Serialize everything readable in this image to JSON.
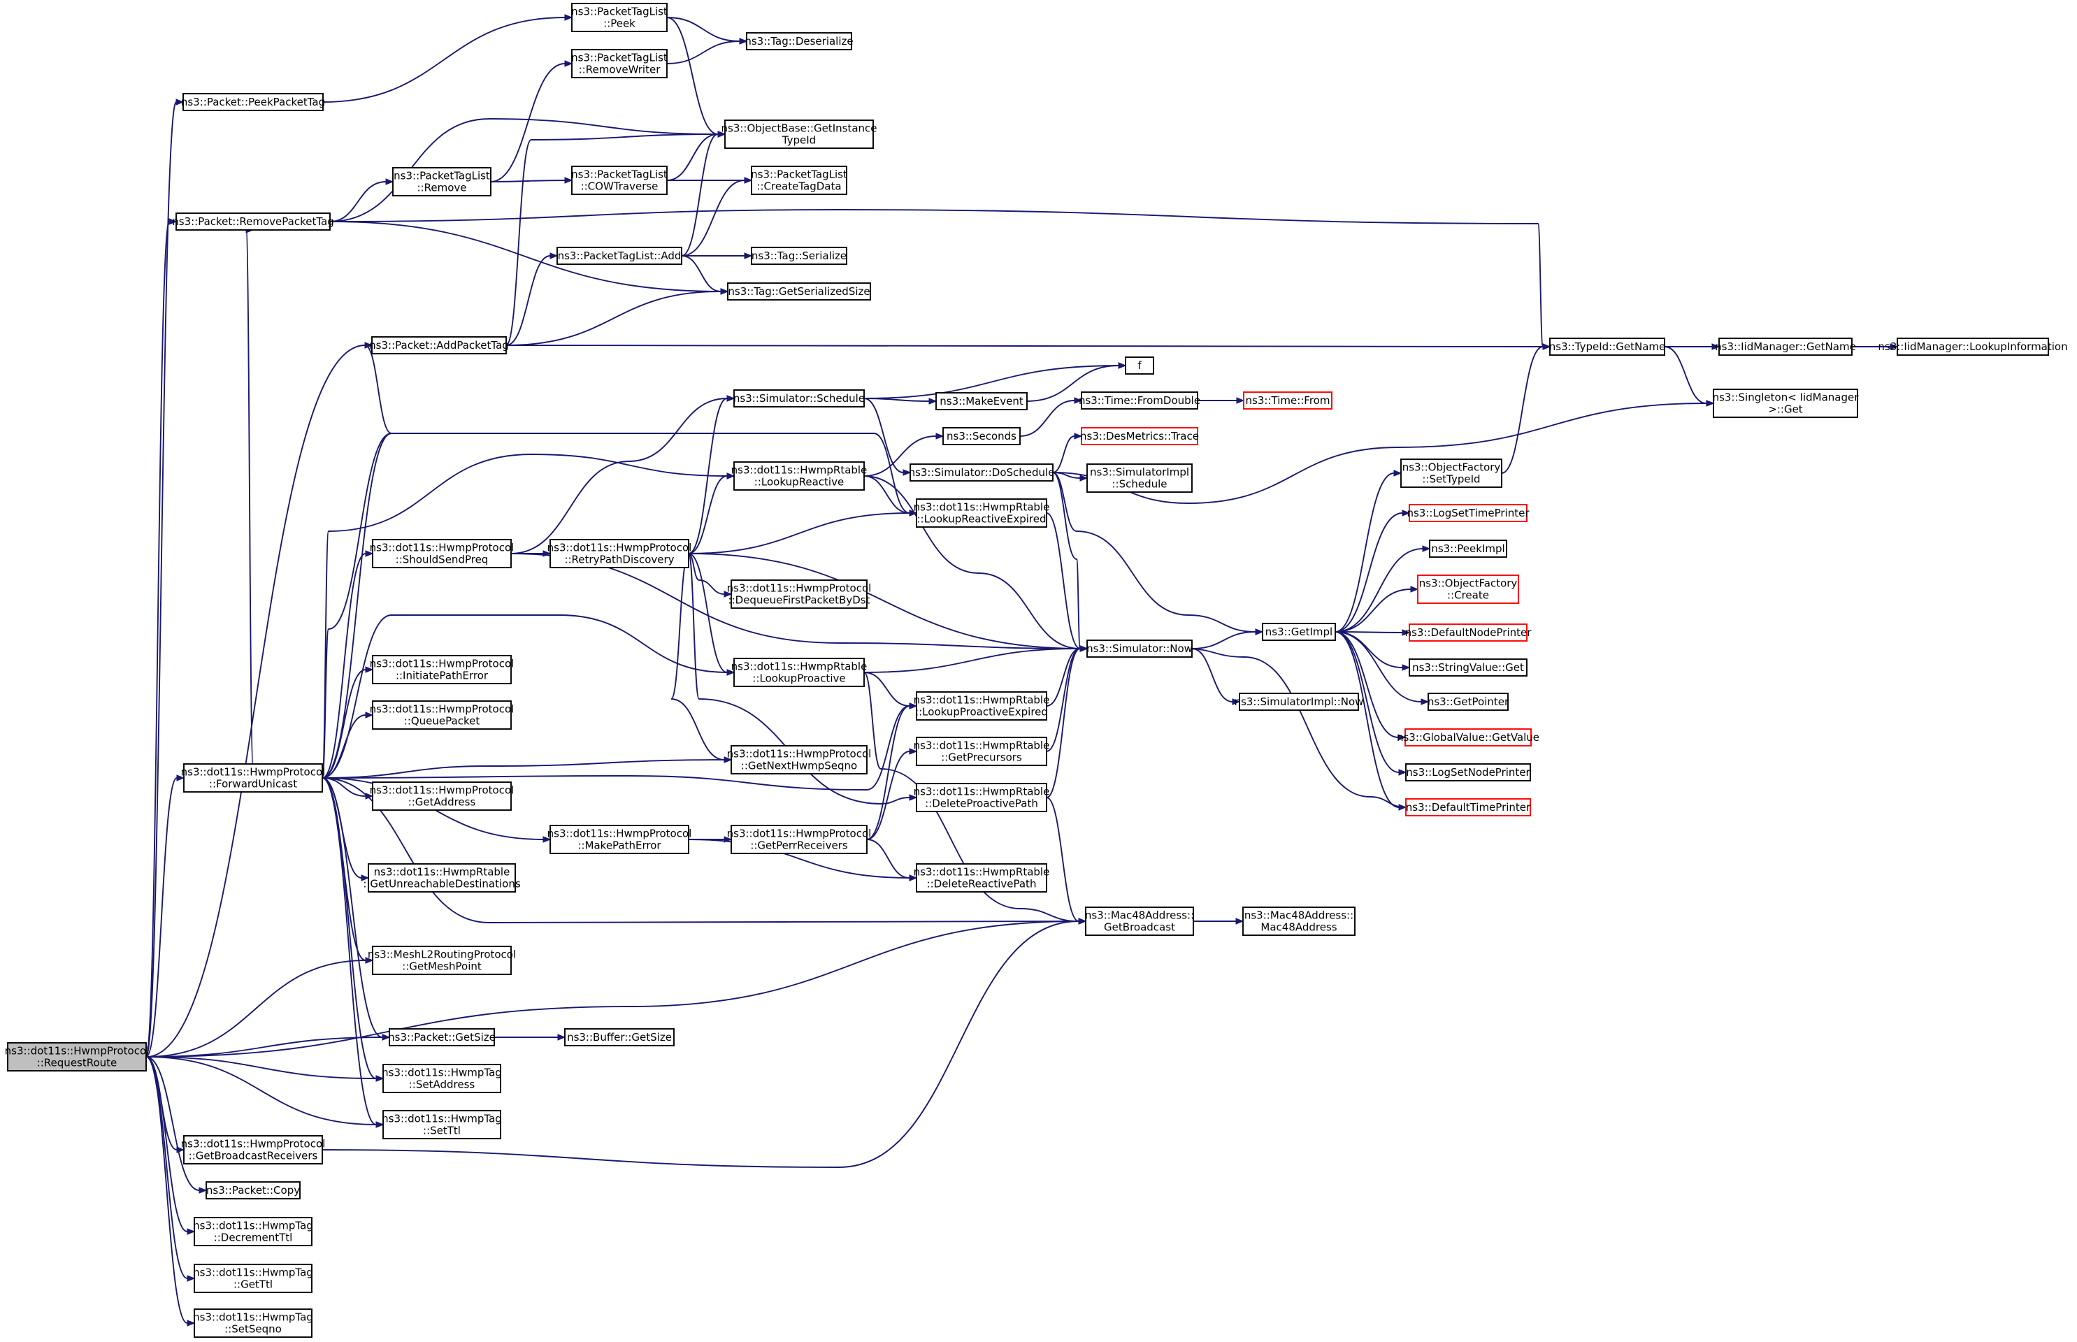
{
  "graph": {
    "title": "",
    "colors": {
      "edge": "#191970",
      "node_border": "#000000",
      "node_fill": "#ffffff",
      "root_fill": "#bfbfbf",
      "truncated_border": "#ff0000"
    },
    "nodes": [
      {
        "id": "root",
        "lines": [
          "ns3::dot11s::HwmpProtocol",
          "::RequestRoute"
        ],
        "style": "root"
      },
      {
        "id": "peekPacketTag",
        "lines": [
          "ns3::Packet::PeekPacketTag"
        ],
        "style": "normal"
      },
      {
        "id": "removePacketTag",
        "lines": [
          "ns3::Packet::RemovePacketTag"
        ],
        "style": "normal"
      },
      {
        "id": "addPacketTag",
        "lines": [
          "ns3::Packet::AddPacketTag"
        ],
        "style": "normal"
      },
      {
        "id": "forwardUnicast",
        "lines": [
          "ns3::dot11s::HwmpProtocol",
          "::ForwardUnicast"
        ],
        "style": "normal"
      },
      {
        "id": "getBroadcastReceivers",
        "lines": [
          "ns3::dot11s::HwmpProtocol",
          "::GetBroadcastReceivers"
        ],
        "style": "normal"
      },
      {
        "id": "packetCopy",
        "lines": [
          "ns3::Packet::Copy"
        ],
        "style": "normal"
      },
      {
        "id": "decrementTtl",
        "lines": [
          "ns3::dot11s::HwmpTag",
          "::DecrementTtl"
        ],
        "style": "normal"
      },
      {
        "id": "getTtl",
        "lines": [
          "ns3::dot11s::HwmpTag",
          "::GetTtl"
        ],
        "style": "normal"
      },
      {
        "id": "setSeqno",
        "lines": [
          "ns3::dot11s::HwmpTag",
          "::SetSeqno"
        ],
        "style": "normal"
      },
      {
        "id": "ptlRemove",
        "lines": [
          "ns3::PacketTagList",
          "::Remove"
        ],
        "style": "normal"
      },
      {
        "id": "shouldSendPreq",
        "lines": [
          "ns3::dot11s::HwmpProtocol",
          "::ShouldSendPreq"
        ],
        "style": "normal"
      },
      {
        "id": "initiatePathError",
        "lines": [
          "ns3::dot11s::HwmpProtocol",
          "::InitiatePathError"
        ],
        "style": "normal"
      },
      {
        "id": "queuePacket",
        "lines": [
          "ns3::dot11s::HwmpProtocol",
          "::QueuePacket"
        ],
        "style": "normal"
      },
      {
        "id": "getAddress",
        "lines": [
          "ns3::dot11s::HwmpProtocol",
          "::GetAddress"
        ],
        "style": "normal"
      },
      {
        "id": "getUnreachable",
        "lines": [
          "ns3::dot11s::HwmpRtable",
          "::GetUnreachableDestinations"
        ],
        "style": "normal"
      },
      {
        "id": "getMeshPoint",
        "lines": [
          "ns3::MeshL2RoutingProtocol",
          "::GetMeshPoint"
        ],
        "style": "normal"
      },
      {
        "id": "packetGetSize",
        "lines": [
          "ns3::Packet::GetSize"
        ],
        "style": "normal"
      },
      {
        "id": "setAddress",
        "lines": [
          "ns3::dot11s::HwmpTag",
          "::SetAddress"
        ],
        "style": "normal"
      },
      {
        "id": "setTtl",
        "lines": [
          "ns3::dot11s::HwmpTag",
          "::SetTtl"
        ],
        "style": "normal"
      },
      {
        "id": "ptlPeek",
        "lines": [
          "ns3::PacketTagList",
          "::Peek"
        ],
        "style": "normal"
      },
      {
        "id": "ptlRemoveWriter",
        "lines": [
          "ns3::PacketTagList",
          "::RemoveWriter"
        ],
        "style": "normal"
      },
      {
        "id": "ptlCowTraverse",
        "lines": [
          "ns3::PacketTagList",
          "::COWTraverse"
        ],
        "style": "normal"
      },
      {
        "id": "ptlAdd",
        "lines": [
          "ns3::PacketTagList::Add"
        ],
        "style": "normal"
      },
      {
        "id": "retryPathDiscovery",
        "lines": [
          "ns3::dot11s::HwmpProtocol",
          "::RetryPathDiscovery"
        ],
        "style": "normal"
      },
      {
        "id": "makePathError",
        "lines": [
          "ns3::dot11s::HwmpProtocol",
          "::MakePathError"
        ],
        "style": "normal"
      },
      {
        "id": "bufferGetSize",
        "lines": [
          "ns3::Buffer::GetSize"
        ],
        "style": "normal"
      },
      {
        "id": "tagDeserialize",
        "lines": [
          "ns3::Tag::Deserialize"
        ],
        "style": "normal"
      },
      {
        "id": "getInstanceTypeId",
        "lines": [
          "ns3::ObjectBase::GetInstance",
          "TypeId"
        ],
        "style": "normal"
      },
      {
        "id": "ptlCreateTagData",
        "lines": [
          "ns3::PacketTagList",
          "::CreateTagData"
        ],
        "style": "normal"
      },
      {
        "id": "tagSerialize",
        "lines": [
          "ns3::Tag::Serialize"
        ],
        "style": "normal"
      },
      {
        "id": "tagGetSerializedSize",
        "lines": [
          "ns3::Tag::GetSerializedSize"
        ],
        "style": "normal"
      },
      {
        "id": "simSchedule",
        "lines": [
          "ns3::Simulator::Schedule"
        ],
        "style": "normal"
      },
      {
        "id": "lookupReactive",
        "lines": [
          "ns3::dot11s::HwmpRtable",
          "::LookupReactive"
        ],
        "style": "normal"
      },
      {
        "id": "dequeueFirst",
        "lines": [
          "ns3::dot11s::HwmpProtocol",
          "::DequeueFirstPacketByDst"
        ],
        "style": "normal"
      },
      {
        "id": "lookupProactive",
        "lines": [
          "ns3::dot11s::HwmpRtable",
          "::LookupProactive"
        ],
        "style": "normal"
      },
      {
        "id": "getNextSeqno",
        "lines": [
          "ns3::dot11s::HwmpProtocol",
          "::GetNextHwmpSeqno"
        ],
        "style": "normal"
      },
      {
        "id": "getPerrReceivers",
        "lines": [
          "ns3::dot11s::HwmpProtocol",
          "::GetPerrReceivers"
        ],
        "style": "normal"
      },
      {
        "id": "makeEvent",
        "lines": [
          "ns3::MakeEvent"
        ],
        "style": "normal"
      },
      {
        "id": "seconds",
        "lines": [
          "ns3::Seconds"
        ],
        "style": "normal"
      },
      {
        "id": "doSchedule",
        "lines": [
          "ns3::Simulator::DoSchedule"
        ],
        "style": "normal"
      },
      {
        "id": "lookupReactiveExpired",
        "lines": [
          "ns3::dot11s::HwmpRtable",
          "::LookupReactiveExpired"
        ],
        "style": "normal"
      },
      {
        "id": "lookupProactiveExpired",
        "lines": [
          "ns3::dot11s::HwmpRtable",
          "::LookupProactiveExpired"
        ],
        "style": "normal"
      },
      {
        "id": "getPrecursors",
        "lines": [
          "ns3::dot11s::HwmpRtable",
          "::GetPrecursors"
        ],
        "style": "normal"
      },
      {
        "id": "deleteProactivePath",
        "lines": [
          "ns3::dot11s::HwmpRtable",
          "::DeleteProactivePath"
        ],
        "style": "normal"
      },
      {
        "id": "deleteReactivePath",
        "lines": [
          "ns3::dot11s::HwmpRtable",
          "::DeleteReactivePath"
        ],
        "style": "normal"
      },
      {
        "id": "fnF",
        "lines": [
          "f"
        ],
        "style": "normal"
      },
      {
        "id": "fromDouble",
        "lines": [
          "ns3::Time::FromDouble"
        ],
        "style": "normal"
      },
      {
        "id": "desMetricsTrace",
        "lines": [
          "ns3::DesMetrics::Trace"
        ],
        "style": "truncated"
      },
      {
        "id": "simImplSchedule",
        "lines": [
          "ns3::SimulatorImpl",
          "::Schedule"
        ],
        "style": "normal"
      },
      {
        "id": "simNow",
        "lines": [
          "ns3::Simulator::Now"
        ],
        "style": "normal"
      },
      {
        "id": "simImplNow",
        "lines": [
          "ns3::SimulatorImpl::Now"
        ],
        "style": "normal"
      },
      {
        "id": "getBroadcast",
        "lines": [
          "ns3::Mac48Address::",
          "GetBroadcast"
        ],
        "style": "normal"
      },
      {
        "id": "timeFrom",
        "lines": [
          "ns3::Time::From"
        ],
        "style": "truncated"
      },
      {
        "id": "getImpl",
        "lines": [
          "ns3::GetImpl"
        ],
        "style": "normal"
      },
      {
        "id": "mac48Ctor",
        "lines": [
          "ns3::Mac48Address::",
          "Mac48Address"
        ],
        "style": "normal"
      },
      {
        "id": "ofSetTypeId",
        "lines": [
          "ns3::ObjectFactory",
          "::SetTypeId"
        ],
        "style": "normal"
      },
      {
        "id": "logSetTimePrinter",
        "lines": [
          "ns3::LogSetTimePrinter"
        ],
        "style": "truncated"
      },
      {
        "id": "peekImpl",
        "lines": [
          "ns3::PeekImpl"
        ],
        "style": "normal"
      },
      {
        "id": "ofCreate",
        "lines": [
          "ns3::ObjectFactory",
          "::Create"
        ],
        "style": "truncated"
      },
      {
        "id": "defaultNodePrinter",
        "lines": [
          "ns3::DefaultNodePrinter"
        ],
        "style": "truncated"
      },
      {
        "id": "stringValueGet",
        "lines": [
          "ns3::StringValue::Get"
        ],
        "style": "normal"
      },
      {
        "id": "getPointer",
        "lines": [
          "ns3::GetPointer"
        ],
        "style": "normal"
      },
      {
        "id": "globalValueGetValue",
        "lines": [
          "ns3::GlobalValue::GetValue"
        ],
        "style": "truncated"
      },
      {
        "id": "logSetNodePrinter",
        "lines": [
          "ns3::LogSetNodePrinter"
        ],
        "style": "normal"
      },
      {
        "id": "defaultTimePrinter",
        "lines": [
          "ns3::DefaultTimePrinter"
        ],
        "style": "truncated"
      },
      {
        "id": "typeIdGetName",
        "lines": [
          "ns3::TypeId::GetName"
        ],
        "style": "normal"
      },
      {
        "id": "iidGetName",
        "lines": [
          "ns3::IidManager::GetName"
        ],
        "style": "normal"
      },
      {
        "id": "iidLookupInfo",
        "lines": [
          "ns3::IidManager::LookupInformation"
        ],
        "style": "normal"
      },
      {
        "id": "singletonGet",
        "lines": [
          "ns3::Singleton< IidManager",
          " >::Get"
        ],
        "style": "normal"
      }
    ],
    "edges": [
      [
        "root",
        "peekPacketTag"
      ],
      [
        "root",
        "removePacketTag"
      ],
      [
        "root",
        "addPacketTag"
      ],
      [
        "root",
        "forwardUnicast"
      ],
      [
        "root",
        "getMeshPoint"
      ],
      [
        "root",
        "packetGetSize"
      ],
      [
        "root",
        "setAddress"
      ],
      [
        "root",
        "setTtl"
      ],
      [
        "root",
        "getBroadcast"
      ],
      [
        "root",
        "getBroadcastReceivers"
      ],
      [
        "root",
        "packetCopy"
      ],
      [
        "root",
        "decrementTtl"
      ],
      [
        "root",
        "getTtl"
      ],
      [
        "root",
        "setSeqno"
      ],
      [
        "peekPacketTag",
        "ptlPeek"
      ],
      [
        "removePacketTag",
        "getInstanceTypeId"
      ],
      [
        "removePacketTag",
        "ptlRemove"
      ],
      [
        "removePacketTag",
        "tagGetSerializedSize"
      ],
      [
        "removePacketTag",
        "typeIdGetName"
      ],
      [
        "addPacketTag",
        "getInstanceTypeId"
      ],
      [
        "addPacketTag",
        "ptlAdd"
      ],
      [
        "addPacketTag",
        "tagGetSerializedSize"
      ],
      [
        "addPacketTag",
        "typeIdGetName"
      ],
      [
        "ptlRemove",
        "ptlRemoveWriter"
      ],
      [
        "ptlRemove",
        "ptlCowTraverse"
      ],
      [
        "ptlPeek",
        "tagDeserialize"
      ],
      [
        "ptlPeek",
        "getInstanceTypeId"
      ],
      [
        "ptlRemoveWriter",
        "tagDeserialize"
      ],
      [
        "ptlCowTraverse",
        "getInstanceTypeId"
      ],
      [
        "ptlCowTraverse",
        "ptlCreateTagData"
      ],
      [
        "ptlAdd",
        "getInstanceTypeId"
      ],
      [
        "ptlAdd",
        "ptlCreateTagData"
      ],
      [
        "ptlAdd",
        "tagSerialize"
      ],
      [
        "ptlAdd",
        "tagGetSerializedSize"
      ],
      [
        "forwardUnicast",
        "addPacketTag"
      ],
      [
        "forwardUnicast",
        "removePacketTag"
      ],
      [
        "forwardUnicast",
        "shouldSendPreq"
      ],
      [
        "forwardUnicast",
        "initiatePathError"
      ],
      [
        "forwardUnicast",
        "queuePacket"
      ],
      [
        "forwardUnicast",
        "getAddress"
      ],
      [
        "forwardUnicast",
        "getUnreachable"
      ],
      [
        "forwardUnicast",
        "getMeshPoint"
      ],
      [
        "forwardUnicast",
        "packetGetSize"
      ],
      [
        "forwardUnicast",
        "setAddress"
      ],
      [
        "forwardUnicast",
        "setTtl"
      ],
      [
        "forwardUnicast",
        "makePathError"
      ],
      [
        "forwardUnicast",
        "lookupReactive"
      ],
      [
        "forwardUnicast",
        "lookupReactiveExpired"
      ],
      [
        "forwardUnicast",
        "lookupProactive"
      ],
      [
        "forwardUnicast",
        "lookupProactiveExpired"
      ],
      [
        "forwardUnicast",
        "getNextSeqno"
      ],
      [
        "forwardUnicast",
        "getBroadcast"
      ],
      [
        "shouldSendPreq",
        "retryPathDiscovery"
      ],
      [
        "shouldSendPreq",
        "simSchedule"
      ],
      [
        "shouldSendPreq",
        "simNow"
      ],
      [
        "retryPathDiscovery",
        "simSchedule"
      ],
      [
        "retryPathDiscovery",
        "lookupReactive"
      ],
      [
        "retryPathDiscovery",
        "lookupReactiveExpired"
      ],
      [
        "retryPathDiscovery",
        "dequeueFirst"
      ],
      [
        "retryPathDiscovery",
        "lookupProactive"
      ],
      [
        "retryPathDiscovery",
        "getNextSeqno"
      ],
      [
        "retryPathDiscovery",
        "simNow"
      ],
      [
        "retryPathDiscovery",
        "deleteProactivePath"
      ],
      [
        "makePathError",
        "getPerrReceivers"
      ],
      [
        "makePathError",
        "deleteReactivePath"
      ],
      [
        "getPerrReceivers",
        "lookupProactiveExpired"
      ],
      [
        "getPerrReceivers",
        "getPrecursors"
      ],
      [
        "getPerrReceivers",
        "deleteReactivePath"
      ],
      [
        "lookupReactive",
        "seconds"
      ],
      [
        "lookupReactive",
        "lookupReactiveExpired"
      ],
      [
        "lookupReactive",
        "simNow"
      ],
      [
        "lookupProactive",
        "lookupProactiveExpired"
      ],
      [
        "lookupProactive",
        "simNow"
      ],
      [
        "lookupProactive",
        "getBroadcast"
      ],
      [
        "lookupReactiveExpired",
        "simNow"
      ],
      [
        "lookupProactiveExpired",
        "simNow"
      ],
      [
        "getPrecursors",
        "simNow"
      ],
      [
        "deleteProactivePath",
        "simNow"
      ],
      [
        "deleteProactivePath",
        "getBroadcast"
      ],
      [
        "getBroadcastReceivers",
        "getBroadcast"
      ],
      [
        "packetGetSize",
        "bufferGetSize"
      ],
      [
        "simSchedule",
        "fnF"
      ],
      [
        "simSchedule",
        "makeEvent"
      ],
      [
        "simSchedule",
        "doSchedule"
      ],
      [
        "makeEvent",
        "fnF"
      ],
      [
        "seconds",
        "fromDouble"
      ],
      [
        "fromDouble",
        "timeFrom"
      ],
      [
        "doSchedule",
        "desMetricsTrace"
      ],
      [
        "doSchedule",
        "simImplSchedule"
      ],
      [
        "doSchedule",
        "getImpl"
      ],
      [
        "doSchedule",
        "simNow"
      ],
      [
        "doSchedule",
        "singletonGet"
      ],
      [
        "simNow",
        "getImpl"
      ],
      [
        "simNow",
        "simImplNow"
      ],
      [
        "getBroadcast",
        "mac48Ctor"
      ],
      [
        "getImpl",
        "ofSetTypeId"
      ],
      [
        "getImpl",
        "logSetTimePrinter"
      ],
      [
        "getImpl",
        "peekImpl"
      ],
      [
        "getImpl",
        "ofCreate"
      ],
      [
        "getImpl",
        "defaultNodePrinter"
      ],
      [
        "getImpl",
        "stringValueGet"
      ],
      [
        "getImpl",
        "getPointer"
      ],
      [
        "getImpl",
        "globalValueGetValue"
      ],
      [
        "getImpl",
        "logSetNodePrinter"
      ],
      [
        "getImpl",
        "defaultTimePrinter"
      ],
      [
        "defaultTimePrinter",
        "simNow"
      ],
      [
        "ofSetTypeId",
        "typeIdGetName"
      ],
      [
        "typeIdGetName",
        "iidGetName"
      ],
      [
        "typeIdGetName",
        "singletonGet"
      ],
      [
        "iidGetName",
        "iidLookupInfo"
      ]
    ]
  }
}
